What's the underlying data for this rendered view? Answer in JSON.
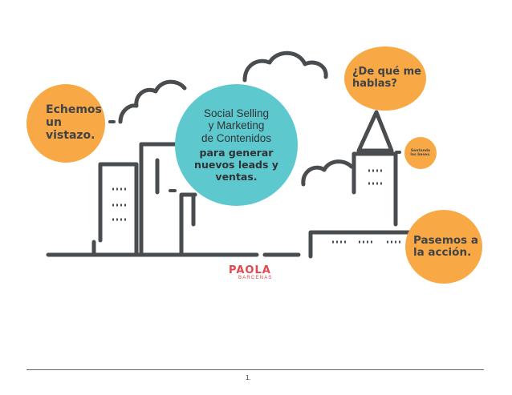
{
  "bubbles": {
    "echemos": {
      "lines": [
        "Echemos",
        "un",
        "vistazo."
      ]
    },
    "dequeme": {
      "lines": [
        "¿De qué me",
        "hablas?"
      ]
    },
    "sentando": {
      "lines": [
        "Sentando",
        "las bases."
      ]
    },
    "pasemos": {
      "lines": [
        "Pasemos a",
        "la acción."
      ]
    }
  },
  "center": {
    "top_lines": [
      "Social Selling",
      "y Marketing",
      "de Contenidos"
    ],
    "bottom_lines": [
      "para generar",
      "nuevos leads y",
      "ventas."
    ]
  },
  "logo": {
    "name": "PAOLA",
    "surname": "BARCENAS"
  },
  "footer": {
    "page_number": "1."
  },
  "colors": {
    "orange": "#f8a945",
    "teal": "#5dc9cf",
    "line": "#4a4d50",
    "brand_red": "#e4464e"
  }
}
